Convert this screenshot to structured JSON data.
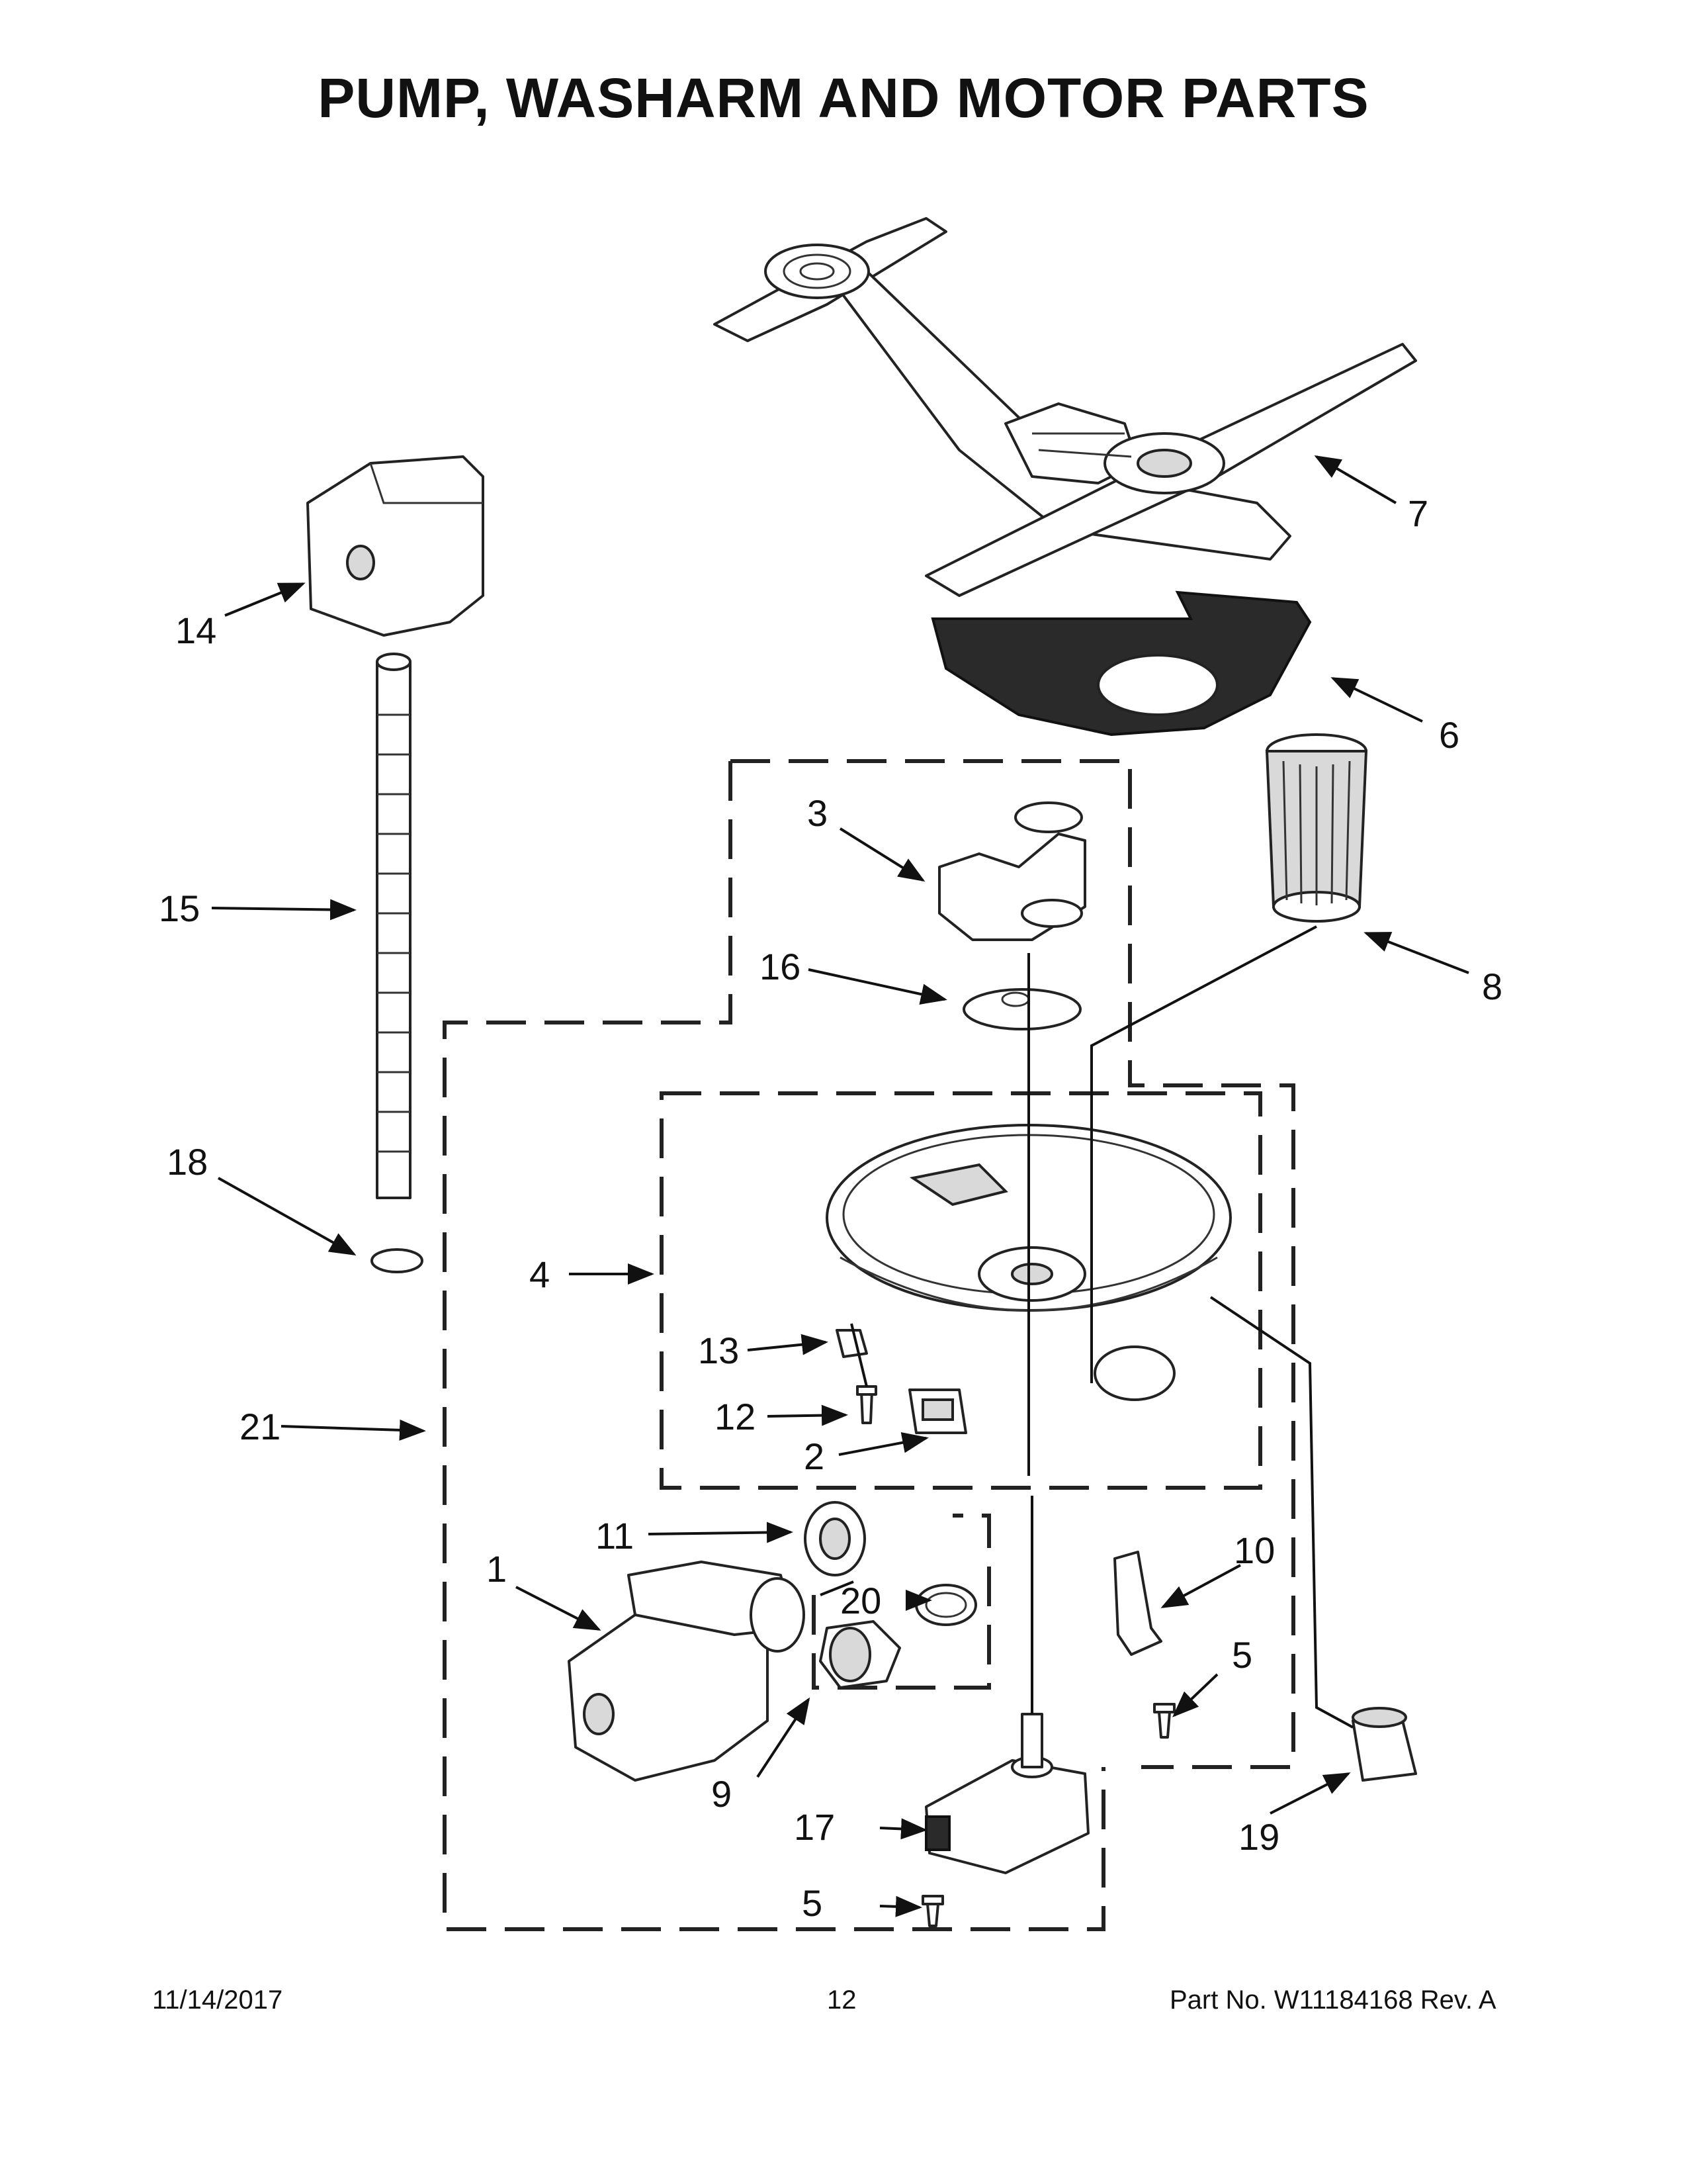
{
  "title": "PUMP, WASHARM AND MOTOR PARTS",
  "callouts": {
    "c1": "1",
    "c2": "2",
    "c3": "3",
    "c4": "4",
    "c5a": "5",
    "c5b": "5",
    "c6": "6",
    "c7": "7",
    "c8": "8",
    "c9": "9",
    "c10": "10",
    "c11": "11",
    "c12": "12",
    "c13": "13",
    "c14": "14",
    "c15": "15",
    "c16": "16",
    "c17": "17",
    "c18": "18",
    "c19": "19",
    "c20": "20",
    "c21": "21"
  },
  "footer": {
    "date": "11/14/2017",
    "page": "12",
    "part_no": "Part No.  W11184168  Rev.  A"
  }
}
